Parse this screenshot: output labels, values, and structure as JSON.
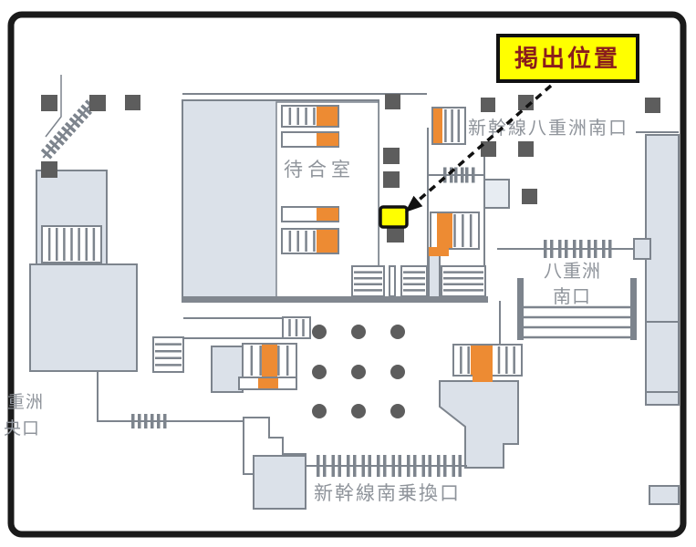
{
  "callout": {
    "label": "掲出位置"
  },
  "labels": {
    "shinkansen_yaesu_south_exit": "新幹線八重洲南口",
    "waiting_room": "待合室",
    "yaesu": "八重洲",
    "south_exit": "南口",
    "shinkansen_south_transfer_gate": "新幹線南乗換口",
    "yaesu_central_partial_top": "重洲",
    "yaesu_central_partial_bottom": "央口"
  },
  "colors": {
    "callout_fill": "#ffff00",
    "callout_text": "#8a1c1c",
    "marker_fill": "#ffff00",
    "structure_fill": "#dbe1e9",
    "structure_fill_pale": "#e7ecf2",
    "line": "#7d848d",
    "thick_wall": "#81878f",
    "label_text": "#8f949b",
    "pillar": "#5d5d5d",
    "escalator_orange": "#ed8b33",
    "border": "#1a1a1a",
    "arrow": "#111111"
  }
}
